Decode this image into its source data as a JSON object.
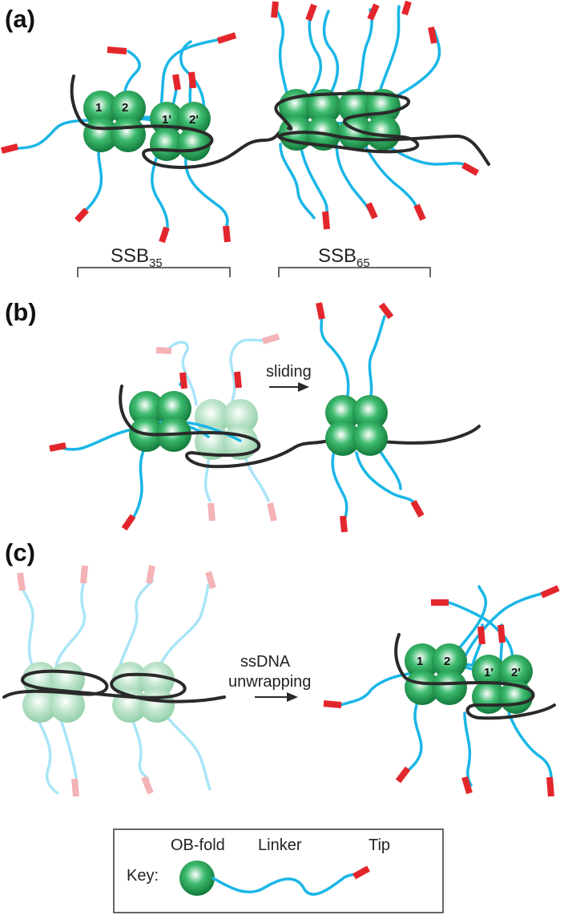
{
  "panels": {
    "a": "(a)",
    "b": "(b)",
    "c": "(c)"
  },
  "labels": {
    "ssb35_base": "SSB",
    "ssb35_sub": "35",
    "ssb65_base": "SSB",
    "ssb65_sub": "65",
    "sliding": "sliding",
    "unwrap_line1": "ssDNA",
    "unwrap_line2": "unwrapping"
  },
  "subunits": {
    "s1": "1",
    "s2": "2",
    "s1p": "1'",
    "s2p": "2'"
  },
  "key": {
    "title": "Key:",
    "ob_fold": "OB-fold",
    "linker": "Linker",
    "tip": "Tip"
  },
  "colors": {
    "ob_fold": "#1e9e50",
    "linker": "#19b6e6",
    "tip": "#e3262c",
    "dna": "#2a2a2a"
  }
}
